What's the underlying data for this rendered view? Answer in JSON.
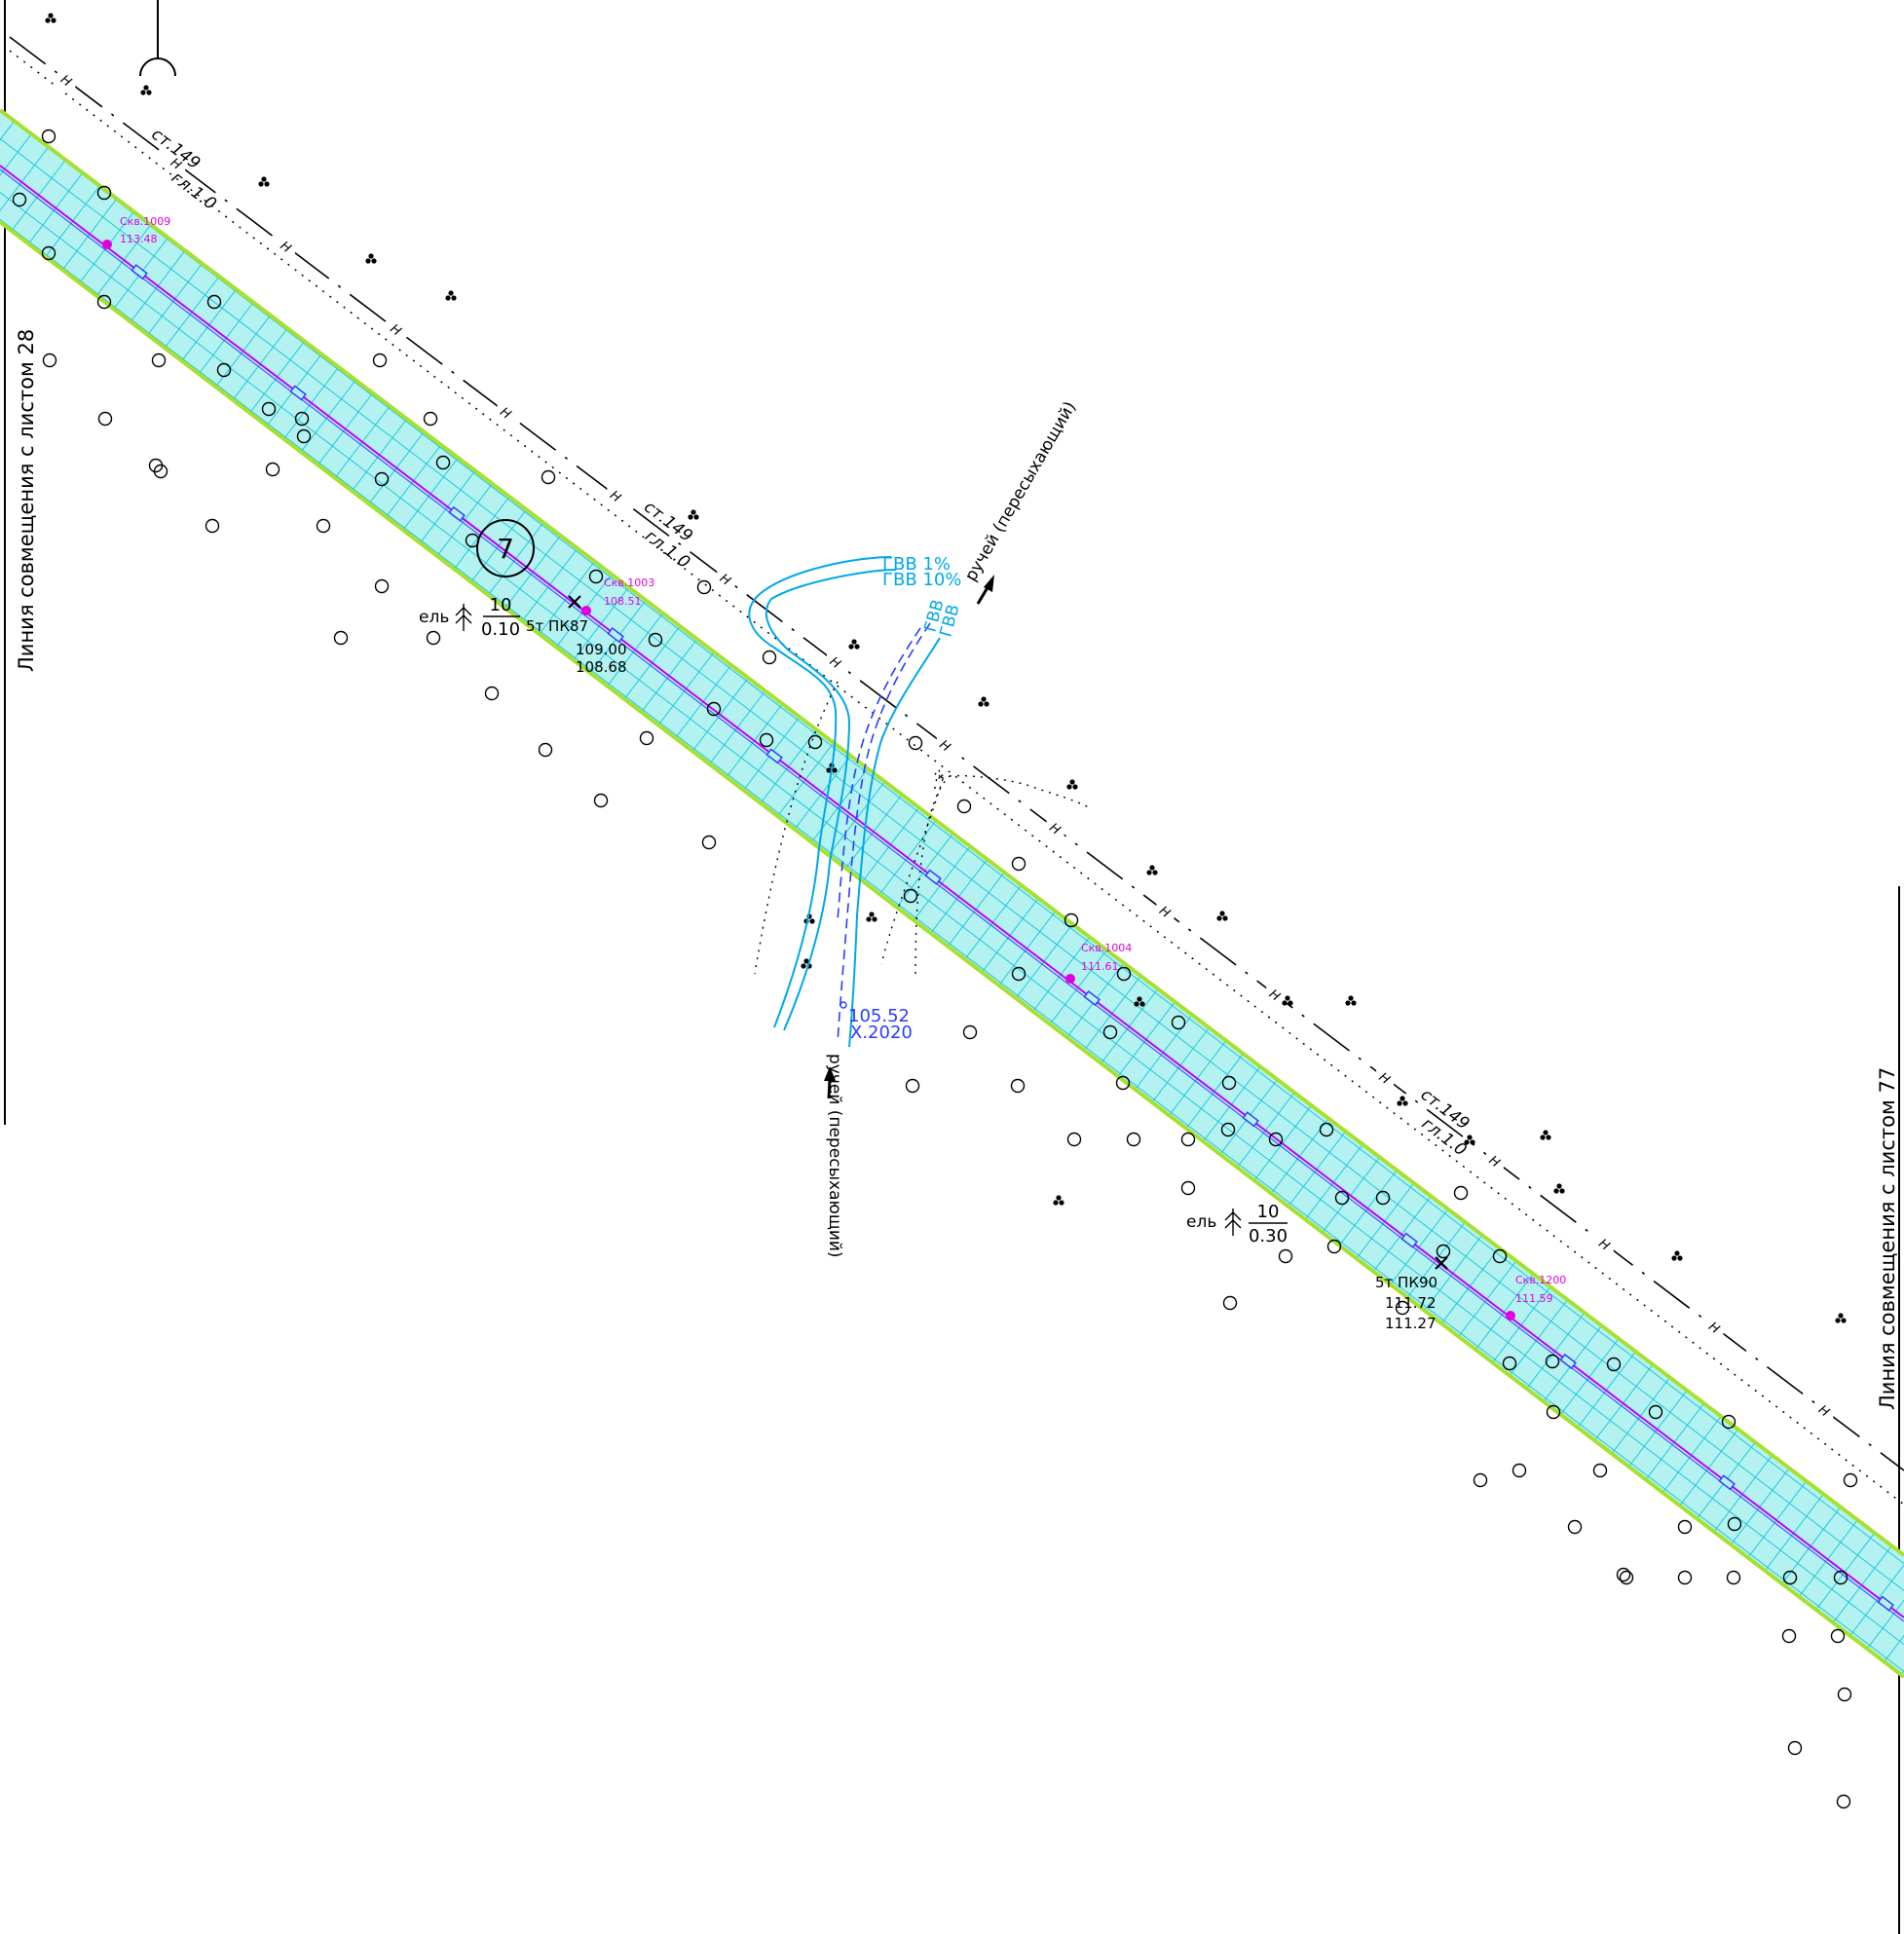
{
  "match_lines": {
    "left": "Линия  совмещения  с  листом  28",
    "right": "Линия  совмещения  с  листом  77"
  },
  "sheet_marker": "7",
  "line_markers": {
    "h": "Н",
    "st": "ст.149",
    "gl": "гл.1.0"
  },
  "wells": [
    {
      "id": "Скв.1009",
      "elev": "113.48"
    },
    {
      "id": "Скв.1003",
      "elev": "108.51"
    },
    {
      "id": "Скв.1004",
      "elev": "111.61"
    },
    {
      "id": "Скв.1200",
      "elev": "111.59"
    }
  ],
  "pickets": [
    {
      "label": "5т ПК87",
      "top": "109.00",
      "bottom": "108.68"
    },
    {
      "label": "5т ПК90",
      "top": "111.72",
      "bottom": "111.27"
    }
  ],
  "trees": [
    {
      "species": "ель",
      "num": "10",
      "den": "0.10"
    },
    {
      "species": "ель",
      "num": "10",
      "den": "0.30"
    }
  ],
  "streams": {
    "upper_label": "ручей (пересыхающий)",
    "lower_label": "ручей (пересыхающий)",
    "gvv1": "ГВВ 1%",
    "gvv10": "ГВВ 10%",
    "gvv_rot1": "ГВВ",
    "gvv_rot2": "ГВВ",
    "water_elev": "105.52",
    "water_date": "X.2020"
  },
  "colors": {
    "corridor_fill": "#b4f2f2",
    "corridor_grid": "#20c8d8",
    "corridor_edge": "#a8e030",
    "axis": "#c000ff",
    "points": "#e000e0",
    "water": "#00a8e8",
    "water_dash": "#2a3cff"
  }
}
